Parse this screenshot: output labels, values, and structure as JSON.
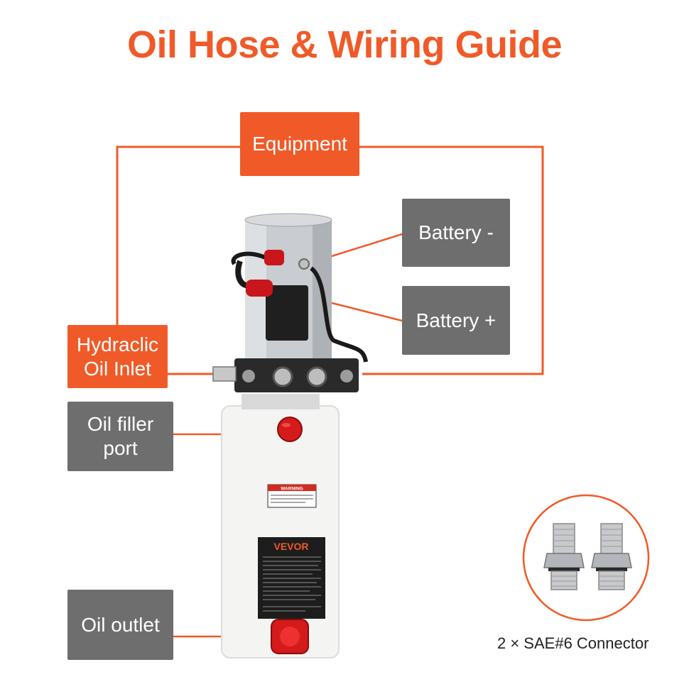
{
  "title": "Oil Hose & Wiring Guide",
  "colors": {
    "accent": "#f05a28",
    "gray_box": "#6e6e6e",
    "line": "#f05a28"
  },
  "labels": {
    "equipment": "Equipment",
    "battery_negative": "Battery -",
    "battery_positive": "Battery +",
    "hydraulic_oil_inlet": "Hydraclic\nOil Inlet",
    "oil_filler_port": "Oil filler\nport",
    "oil_outlet": "Oil outlet"
  },
  "product": {
    "brand": "VEVOR",
    "warning": "WARNING"
  },
  "connector_caption": "2 × SAE#6 Connector"
}
